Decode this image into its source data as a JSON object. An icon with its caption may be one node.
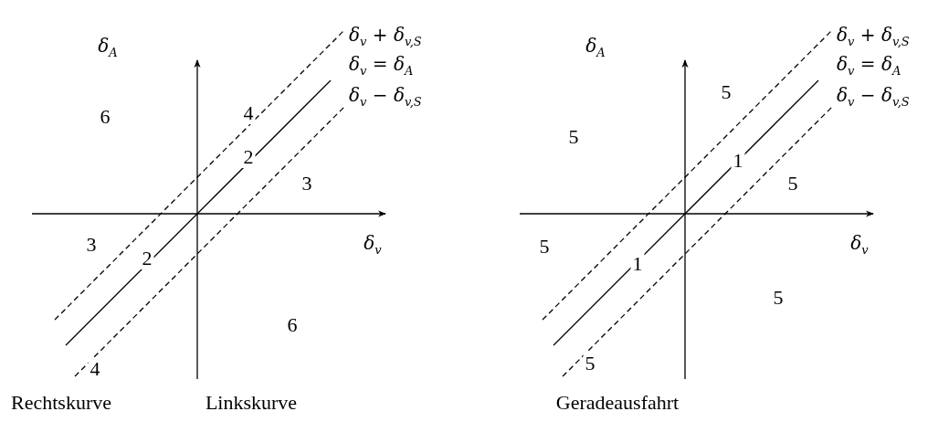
{
  "diagram": {
    "labels": [
      "δ$_{A}$",
      "δ$_{v}$ + δ$_{v,S}$",
      "δ$_{v}$ = δ$_{A}$",
      "6",
      "4",
      "δ$_{v}$ − δ$_{v,S}$",
      "2",
      "3",
      "3",
      "δ$_{v}$",
      "2",
      "6",
      "4",
      "Rechtskurve",
      "Linkskurve",
      "δ$_{A}$",
      "δ$_{v}$ + δ$_{v,S}$",
      "δ$_{v}$ = δ$_{A}$",
      "5",
      "δ$_{v}$ − δ$_{v,S}$",
      "5",
      "1",
      "5",
      "5",
      "δ$_{v}$",
      "1",
      "5",
      "5",
      "Geradeausfahrt"
    ]
  }
}
